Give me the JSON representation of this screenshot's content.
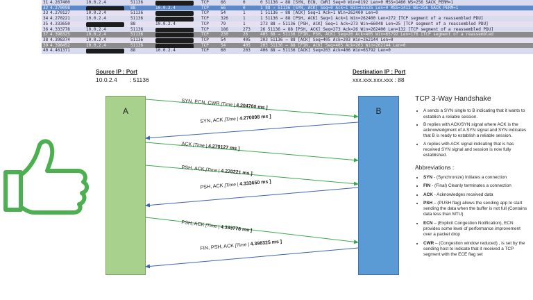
{
  "capture": {
    "rows": [
      {
        "no": "31",
        "time": "4.267400",
        "src": "10.0.2.4",
        "sport": "51136",
        "dst": "",
        "proto": "TCP",
        "len": "66",
        "ack": "0",
        "info": "0 51136 → 88 [SYN, ECN, CWR] Seq=0 Win=8192 Len=0 MSS=1460 WS=256 SACK_PERM=1",
        "style": "row-a"
      },
      {
        "no": "32",
        "time": "4.270098",
        "src": "",
        "sport": "88",
        "dst": "10.0.2.4",
        "proto": "TCP",
        "len": "66",
        "ack": "0",
        "info": "1 88 → 51136 [SYN, ACK] Seq=0 Ack=1 Win=65535 Len=0 MSS=1412 WS=256 SACK_PERM=1",
        "style": "sel-blue"
      },
      {
        "no": "33",
        "time": "4.270127",
        "src": "10.0.2.4",
        "sport": "51136",
        "dst": "",
        "proto": "TCP",
        "len": "54",
        "ack": "1",
        "info": "1 51136 → 88 [ACK] Seq=1 Ack=1 Win=262400 Len=0",
        "style": "row-b"
      },
      {
        "no": "34",
        "time": "4.270221",
        "src": "10.0.2.4",
        "sport": "51136",
        "dst": "",
        "proto": "TCP",
        "len": "326",
        "ack": "1",
        "info": "1 51136 → 88 [PSH, ACK] Seq=1 Ack=1 Win=262400 Len=272 [TCP segment of a reassembled PDU]",
        "style": "row-a"
      },
      {
        "no": "35",
        "time": "4.333650",
        "src": "",
        "sport": "88",
        "dst": "10.0.2.4",
        "proto": "TCP",
        "len": "79",
        "ack": "1",
        "info": "273 88 → 51136 [PSH, ACK] Seq=1 Ack=273 Win=66048 Len=25 [TCP segment of a reassembled PDU]",
        "style": "row-b"
      },
      {
        "no": "36",
        "time": "4.333778",
        "src": "10.0.2.4",
        "sport": "51136",
        "dst": "",
        "proto": "TCP",
        "len": "186",
        "ack": "273",
        "info": "26 51136 → 88 [PSH, ACK] Seq=273 Ack=26 Win=262400 Len=132 [TCP segment of a reassembled PDU]",
        "style": "row-a"
      },
      {
        "no": "37",
        "time": "4.398325",
        "src": "10.0.2.4",
        "sport": "51136",
        "dst": "",
        "proto": "TCP",
        "len": "230",
        "ack": "26",
        "info": "405 88 → 51136 [FIN, PSH, ACK] Seq=26 Ack=405 Win=65792 Len=176 [TCP segment of a reassembled",
        "style": "sel-grey"
      },
      {
        "no": "38",
        "time": "4.398374",
        "src": "10.0.2.4",
        "sport": "51136",
        "dst": "",
        "proto": "TCP",
        "len": "54",
        "ack": "405",
        "info": "203 51136 → 88 [ACK] Seq=405 Ack=203 Win=262144 Len=0",
        "style": "row-b"
      },
      {
        "no": "39",
        "time": "4.398452",
        "src": "10.0.2.4",
        "sport": "51136",
        "dst": "",
        "proto": "TCP",
        "len": "54",
        "ack": "405",
        "info": "203 51136 → 88 [FIN, ACK] Seq=405 Ack=203 Win=262144 Len=0",
        "style": "sel-grey"
      },
      {
        "no": "40",
        "time": "4.461371",
        "src": "",
        "sport": "88",
        "dst": "10.0.2.4",
        "proto": "TCP",
        "len": "60",
        "ack": "203",
        "info": "406 88 → 51136 [ACK] Seq=203 Ack=406 Win=65792 Len=0",
        "style": "row-a"
      }
    ]
  },
  "source": {
    "title": "Source IP : Port",
    "ip": "10.0.2.4",
    "port": ": 51136"
  },
  "destination": {
    "title": "Destination IP : Port",
    "ip": "xxx.xxx.xxx.xxx : 88"
  },
  "nodes": {
    "a": "A",
    "b": "B"
  },
  "time_label": "[Time |",
  "messages": [
    {
      "label": "SYN, ECN, CWR",
      "time": "4.204760 ms ]",
      "dir": "a-to-b"
    },
    {
      "label": "SYN, ACK",
      "time": "4.270098 ms ]",
      "dir": "b-to-a"
    },
    {
      "label": "ACK",
      "time": "4.270127 ms ]",
      "dir": "a-to-b"
    },
    {
      "label": "PSH, ACK",
      "time": "4.270221 ms ]",
      "dir": "a-to-b"
    },
    {
      "label": "PSH, ACK",
      "time": "4.333650 ms ]",
      "dir": "b-to-a"
    },
    {
      "label": "PSH, ACK",
      "time": "4.333778 ms ]",
      "dir": "a-to-b"
    },
    {
      "label": "FIN, PSH, ACK",
      "time": "4.398325 ms ]",
      "dir": "b-to-a"
    }
  ],
  "legend": {
    "title": "TCP 3-Way Handshake",
    "handshake": [
      "A sends a SYN single to B indicating that it wants to establish a reliable session.",
      "B replies with ACK/SYN signal where ACK is the acknowledgment of A SYN signal and SYN indicates that B is ready to establish a reliable session.",
      "A replies with ACK signal indicating that is has received SYN signal and session is now fully established."
    ],
    "abbr_title": "Abbreviations :",
    "abbreviations": [
      {
        "key": "SYN",
        "text": "- (Synchronize) Initiates a connection"
      },
      {
        "key": "FIN",
        "text": "- (Final) Cleanly terminates a connection"
      },
      {
        "key": "ACK",
        "text": "- Acknowledges received data"
      },
      {
        "key": "PSH",
        "text": "– (PUSH flag) allows the sending app to start sending the data when the buffer is not full (Contains data less than MTU)"
      },
      {
        "key": "ECN",
        "text": "– (Explicit Congestion Notification), ECN provides some level of performance improvement over a packet drop"
      },
      {
        "key": "CWR",
        "text": "– (Congestion window reduced) , is set by the sending host to indicate that it received a TCP segment with the ECE flag set"
      }
    ]
  },
  "colors": {
    "box_a": "#a9d18e",
    "box_b": "#5b9bd5",
    "arrow_a_to_b": "#3aa84a",
    "arrow_b_to_a": "#3b63b0",
    "thumb": "#4caf50"
  },
  "icons": {
    "thumb": "thumbs-up-icon"
  }
}
